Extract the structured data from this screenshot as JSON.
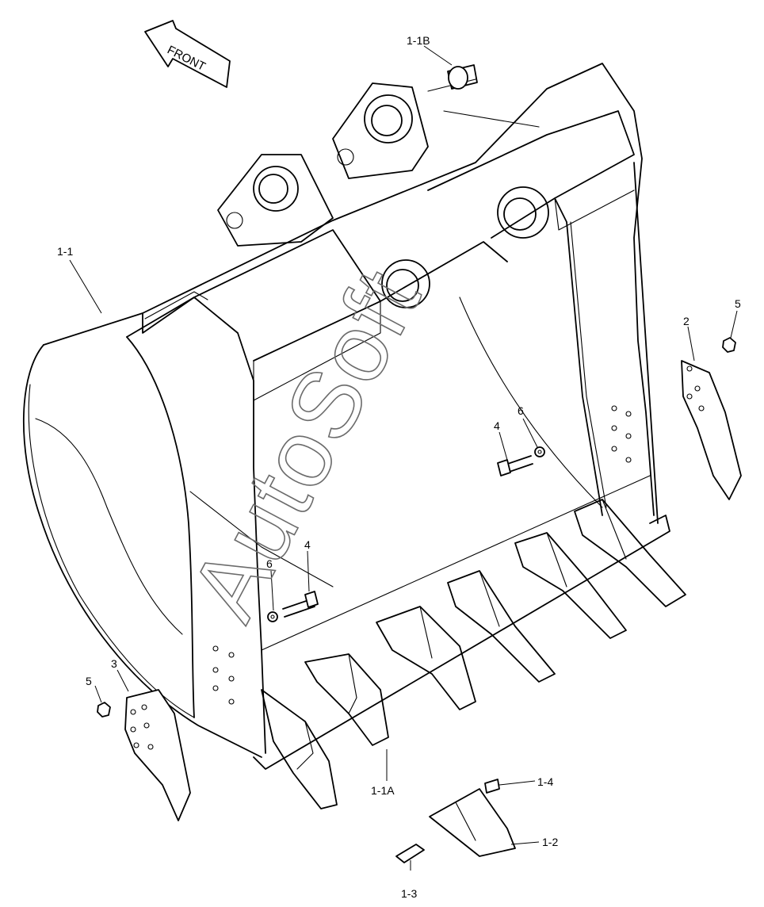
{
  "direction_arrow": {
    "text": "FRONT"
  },
  "watermark": {
    "text": "AutoSoft"
  },
  "callouts": [
    {
      "id": "1-1",
      "text": "1-1"
    },
    {
      "id": "1-1B",
      "text": "1-1B"
    },
    {
      "id": "2",
      "text": "2"
    },
    {
      "id": "5r",
      "text": "5"
    },
    {
      "id": "6r",
      "text": "6"
    },
    {
      "id": "4r",
      "text": "4"
    },
    {
      "id": "4l",
      "text": "4"
    },
    {
      "id": "6l",
      "text": "6"
    },
    {
      "id": "3",
      "text": "3"
    },
    {
      "id": "5l",
      "text": "5"
    },
    {
      "id": "1-4",
      "text": "1-4"
    },
    {
      "id": "1-1A",
      "text": "1-1A"
    },
    {
      "id": "1-2",
      "text": "1-2"
    },
    {
      "id": "1-3",
      "text": "1-3"
    }
  ]
}
